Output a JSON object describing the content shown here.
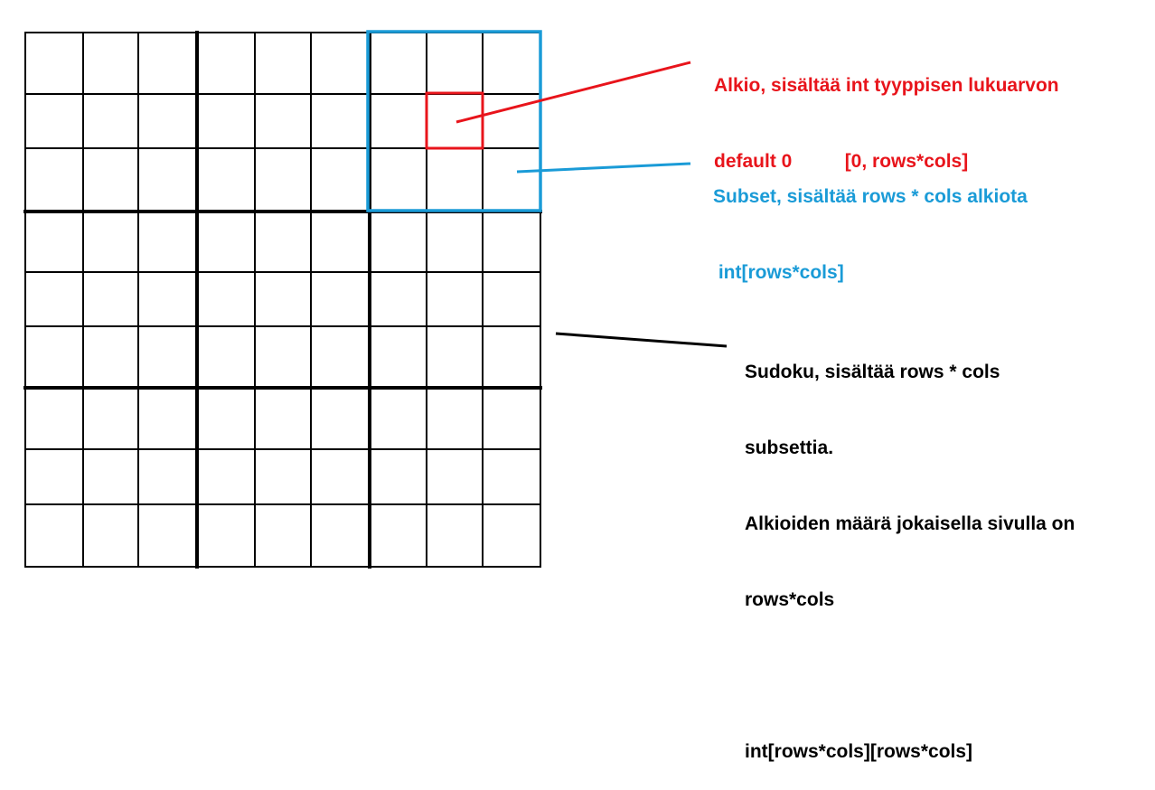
{
  "diagram": {
    "colors": {
      "grid": "#000000",
      "subset": "#1a9bd7",
      "alkio": "#e8141b",
      "background": "#ffffff"
    },
    "grid": {
      "rows": 9,
      "cols": 9,
      "block_size": 3
    },
    "alkio_note": {
      "line1": "Alkio, sisältää int tyyppisen lukuarvon",
      "line2": "default 0          [0, rows*cols]"
    },
    "subset_note": {
      "line1": "Subset, sisältää rows * cols alkiota",
      "line2": " int[rows*cols]"
    },
    "sudoku_note": {
      "line1": "Sudoku, sisältää rows * cols",
      "line2": "subsettia.",
      "line3": "Alkioiden määrä jokaisella sivulla on",
      "line4": "rows*cols",
      "line5": "",
      "line6": "int[rows*cols][rows*cols]"
    }
  }
}
